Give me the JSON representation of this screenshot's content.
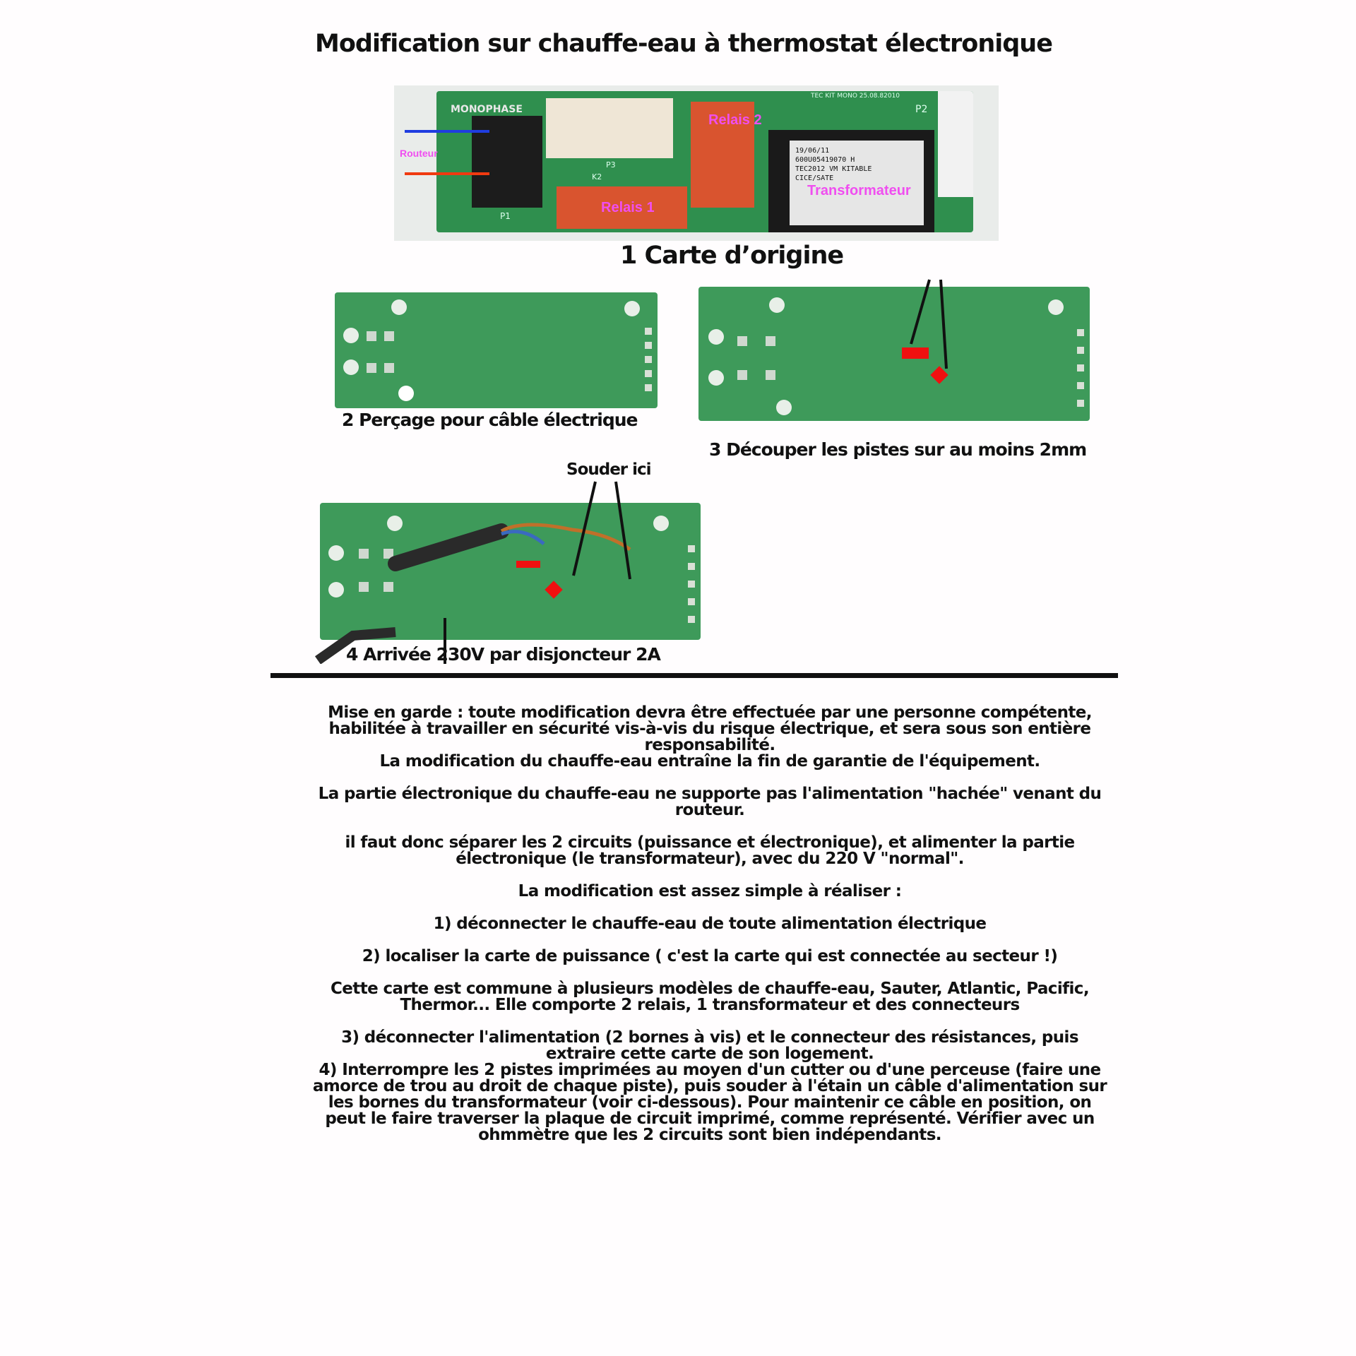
{
  "title": "Modification sur chauffe-eau à thermostat électronique",
  "figure1": {
    "caption": "1 Carte d’origine",
    "labels": {
      "monophase": "MONOPHASE",
      "routeur": "Routeur",
      "relais1": "Relais 1",
      "relais2": "Relais 2",
      "transformateur": "Transformateur",
      "board_ref": "TEC KIT MONO 25.08.82010",
      "p1": "P1",
      "p2": "P2",
      "p3": "P3",
      "k2": "K2",
      "sticker": [
        "19/06/11",
        "600U05419070 H",
        "TEC2012 VM KITABLE",
        "CICE/SATE"
      ]
    },
    "colors": {
      "wire_blue": "#1f3de0",
      "wire_red": "#f03a10",
      "label": "#f04ef0"
    }
  },
  "figure2": {
    "caption": "2 Perçage pour câble électrique"
  },
  "figure3": {
    "caption": "3 Découper les pistes sur au moins 2mm"
  },
  "figure4": {
    "caption": "4 Arrivée 230V par disjoncteur 2A",
    "annotation": "Souder ici"
  },
  "text": {
    "warning": "Mise en garde : toute modification devra être effectuée par une personne compétente, habilitée à travailler en sécurité vis-à-vis du risque électrique, et sera sous son entière responsabilité.",
    "warranty": "La modification du chauffe-eau entraîne la fin de garantie de l'équipement.",
    "p2": "La partie électronique du chauffe-eau ne supporte pas l'alimentation \"hachée\" venant du routeur.",
    "p3": "il faut donc séparer les 2 circuits (puissance et électronique), et alimenter la partie électronique (le transformateur), avec du 220 V \"normal\".",
    "p4": "La modification est assez simple à réaliser :",
    "step1": "1) déconnecter le chauffe-eau de toute alimentation électrique",
    "step2": "2) localiser la carte de puissance ( c'est la carte qui est connectée au secteur !)",
    "p5": "Cette carte est commune à plusieurs modèles de chauffe-eau, Sauter, Atlantic, Pacific, Thermor... Elle comporte 2 relais, 1 transformateur et des connecteurs",
    "step3": "3) déconnecter l'alimentation (2 bornes à vis) et le connecteur des résistances, puis extraire cette carte de son logement.",
    "step4": "4) Interrompre les 2 pistes imprimées au moyen d'un cutter ou d'une perceuse (faire une amorce de trou au droit de chaque piste), puis souder à l'étain un câble d'alimentation sur les bornes du transformateur (voir ci-dessous). Pour maintenir ce câble en position, on peut le faire traverser la plaque de circuit imprimé, comme représenté. Vérifier avec un ohmmètre que les 2 circuits sont bien indépendants."
  }
}
